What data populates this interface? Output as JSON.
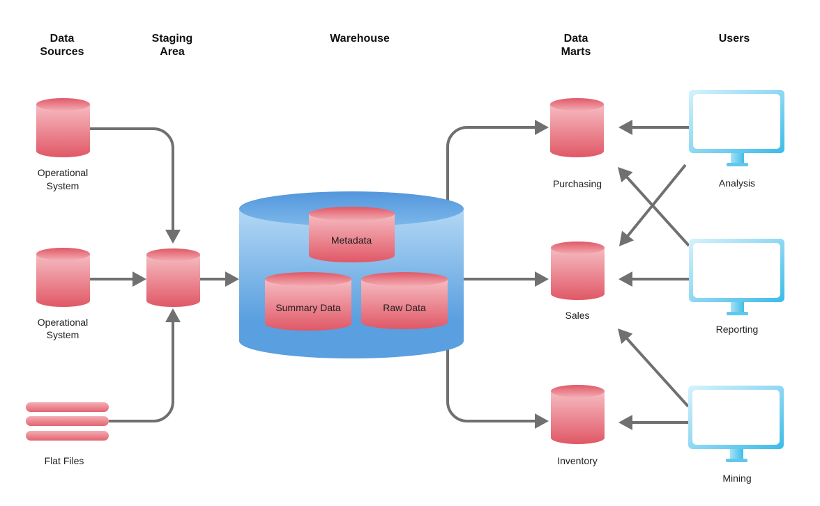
{
  "title": "Data Warehouse Architecture",
  "colors": {
    "store_pink_light": "#f6bcc2",
    "store_pink_dark": "#e05866",
    "warehouse_blue_light": "#add5f3",
    "warehouse_blue_dark": "#5a9fe0",
    "monitor_cyan_light": "#d6f2fc",
    "monitor_cyan_dark": "#3bbbe8",
    "arrow_gray": "#707070"
  },
  "headers": {
    "data_sources": [
      "Data",
      "Sources"
    ],
    "staging_area": [
      "Staging",
      "Area"
    ],
    "warehouse": "Warehouse",
    "data_marts": [
      "Data",
      "Marts"
    ],
    "users": "Users"
  },
  "data_sources": [
    {
      "label": [
        "Operational",
        "System"
      ],
      "icon": "database-cylinder-icon"
    },
    {
      "label": [
        "Operational",
        "System"
      ],
      "icon": "database-cylinder-icon"
    },
    {
      "label": "Flat Files",
      "icon": "flat-files-icon"
    }
  ],
  "staging": {
    "icon": "database-cylinder-icon"
  },
  "warehouse": {
    "icon": "warehouse-cylinder-icon",
    "stores": [
      {
        "label": "Metadata"
      },
      {
        "label": "Summary Data"
      },
      {
        "label": "Raw Data"
      }
    ]
  },
  "data_marts": [
    {
      "label": "Purchasing",
      "icon": "database-cylinder-icon"
    },
    {
      "label": "Sales",
      "icon": "database-cylinder-icon"
    },
    {
      "label": "Inventory",
      "icon": "database-cylinder-icon"
    }
  ],
  "users": [
    {
      "label": "Analysis",
      "icon": "monitor-icon"
    },
    {
      "label": "Reporting",
      "icon": "monitor-icon"
    },
    {
      "label": "Mining",
      "icon": "monitor-icon"
    }
  ],
  "edges": [
    {
      "from": "Operational System (1)",
      "to": "Staging Area"
    },
    {
      "from": "Operational System (2)",
      "to": "Staging Area"
    },
    {
      "from": "Flat Files",
      "to": "Staging Area"
    },
    {
      "from": "Staging Area",
      "to": "Warehouse"
    },
    {
      "from": "Warehouse",
      "to": "Purchasing"
    },
    {
      "from": "Warehouse",
      "to": "Sales"
    },
    {
      "from": "Warehouse",
      "to": "Inventory"
    },
    {
      "from": "Analysis",
      "to": "Purchasing"
    },
    {
      "from": "Analysis",
      "to": "Sales"
    },
    {
      "from": "Reporting",
      "to": "Purchasing"
    },
    {
      "from": "Reporting",
      "to": "Sales"
    },
    {
      "from": "Mining",
      "to": "Sales"
    },
    {
      "from": "Mining",
      "to": "Inventory"
    }
  ]
}
